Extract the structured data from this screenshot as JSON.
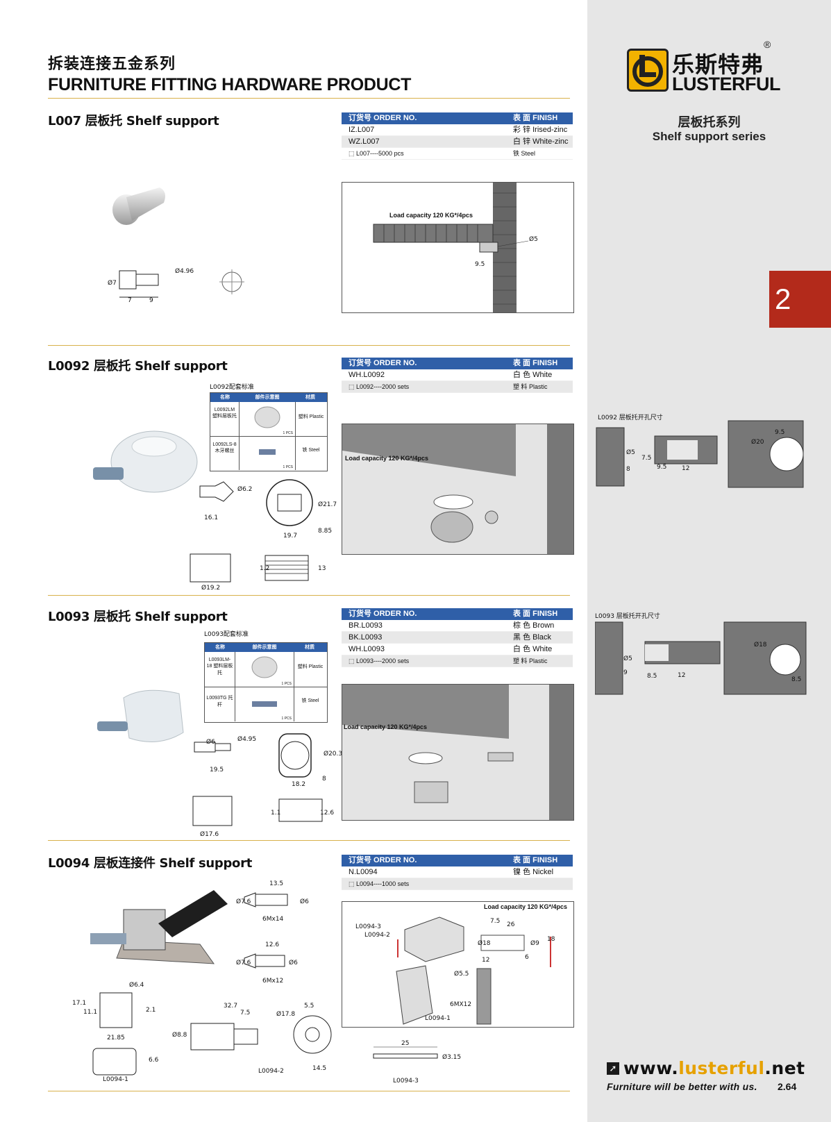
{
  "header": {
    "title_cn": "拆装连接五金系列",
    "title_en": "FURNITURE FITTING HARDWARE PRODUCT"
  },
  "brand": {
    "name_cn": "乐斯特弗",
    "name_en": "LUSTERFUL",
    "registered": "®",
    "series_cn": "层板托系列",
    "series_en": "Shelf support series",
    "tab_number": "2",
    "website_prefix": "www.",
    "website_name": "lusterful",
    "website_suffix": ".net",
    "slogan": "Furniture will be better with us.",
    "page_number": "2.64",
    "colors": {
      "logo": "#f2b200",
      "tab": "#b32a1b",
      "table_header": "#2f5fa8"
    }
  },
  "table_labels": {
    "order_no": "订货号 ORDER NO.",
    "finish": "表 面 FINISH"
  },
  "products": [
    {
      "title": "L007 层板托 Shelf support",
      "orders": [
        {
          "code": "IZ.L007",
          "finish": "彩 锌 Irised-zinc"
        },
        {
          "code": "WZ.L007",
          "finish": "白 锌 White-zinc"
        }
      ],
      "package": {
        "text": "L007----5000 pcs",
        "material": "铁 Steel"
      },
      "load": "Load capacity 120 KG*/4pcs",
      "dims": {
        "d1": "Ø4.96",
        "d2": "Ø7",
        "len1": "7",
        "len2": "9",
        "hole": "Ø5",
        "depth": "9.5"
      }
    },
    {
      "title": "L0092  层板托 Shelf support",
      "orders": [
        {
          "code": "WH.L0092",
          "finish": "白 色 White"
        }
      ],
      "package": {
        "text": "L0092----2000 sets",
        "material": "塑 料 Plastic"
      },
      "load": "Load capacity 120 KG*/4pcs",
      "std_title": "L0092配套标准",
      "std_headers": [
        "名称",
        "部件示意图",
        "材质"
      ],
      "std_rows": [
        {
          "name": "L0092LM 塑料层板托",
          "qty": "1 PCS",
          "material": "塑料 Plastic"
        },
        {
          "name": "L0092LS-8 木牙螺丝",
          "qty": "1 PCS",
          "material": "铁 Steel"
        }
      ],
      "hole_title": "L0092  层板托开孔尺寸",
      "dims": {
        "d1": "Ø6.2",
        "l1": "16.1",
        "d2": "Ø21.7",
        "w": "19.7",
        "h1": "8.85",
        "d3": "Ø19.2",
        "t": "1.2",
        "h2": "13",
        "hd1": "Ø5",
        "hd2": "8",
        "hd3": "7.5",
        "hd4": "9.5",
        "hd5": "12",
        "hd6": "9.5",
        "hd7": "Ø20"
      }
    },
    {
      "title": "L0093  层板托 Shelf support",
      "orders": [
        {
          "code": "BR.L0093",
          "finish": "棕 色 Brown"
        },
        {
          "code": "BK.L0093",
          "finish": "黑 色 Black"
        },
        {
          "code": "WH.L0093",
          "finish": "白 色 White"
        }
      ],
      "package": {
        "text": "L0093----2000 sets",
        "material": "塑  料 Plastic"
      },
      "load": "Load capacity 120 KG*/4pcs",
      "std_title": "L0093配套标准",
      "std_headers": [
        "名称",
        "部件示意图",
        "材质"
      ],
      "std_rows": [
        {
          "name": "L0093LM-18 塑料层板托",
          "qty": "1 PCS",
          "material": "塑料 Plastic"
        },
        {
          "name": "L0093TG 托杆",
          "qty": "1 PCS",
          "material": "铁 Steel"
        }
      ],
      "hole_title": "L0093  层板托开孔尺寸",
      "dims": {
        "d1": "Ø6",
        "d2": "Ø4.95",
        "l1": "19.5",
        "d3": "Ø20.3",
        "w": "18.2",
        "h1": "8",
        "d4": "Ø17.6",
        "t": "1.1",
        "h2": "12.6",
        "hd1": "Ø5",
        "hd2": "9",
        "hd3": "8.5",
        "hd4": "12",
        "hd5": "Ø18",
        "hd6": "8.5"
      }
    },
    {
      "title": "L0094 层板连接件 Shelf support",
      "orders": [
        {
          "code": "N.L0094",
          "finish": "镍 色 Nickel"
        }
      ],
      "package": {
        "text": "L0094----1000 sets",
        "material": ""
      },
      "load": "Load capacity 120 KG*/4pcs",
      "parts": [
        "L0094-1",
        "L0094-2",
        "L0094-3"
      ],
      "screws": [
        {
          "d": "Ø7.6",
          "l": "13.5",
          "d2": "Ø6",
          "label": "6Mx14"
        },
        {
          "d": "Ø7.6",
          "l": "12.6",
          "d2": "Ø6",
          "label": "6Mx12"
        }
      ],
      "screw_label": "6MX12",
      "dims": {
        "a": "Ø6.4",
        "b": "17.1",
        "c": "11.1",
        "d": "2.1",
        "e": "21.85",
        "f": "6.6",
        "g": "32.7",
        "h": "7.5",
        "i": "Ø17.8",
        "j": "5.5",
        "k": "Ø8.8",
        "l": "14.5",
        "m": "25",
        "n": "Ø3.15",
        "o": "7.5",
        "p": "26",
        "q": "Ø18",
        "r": "Ø9",
        "s": "18",
        "t": "6",
        "u": "12",
        "v": "Ø5.5"
      }
    }
  ]
}
